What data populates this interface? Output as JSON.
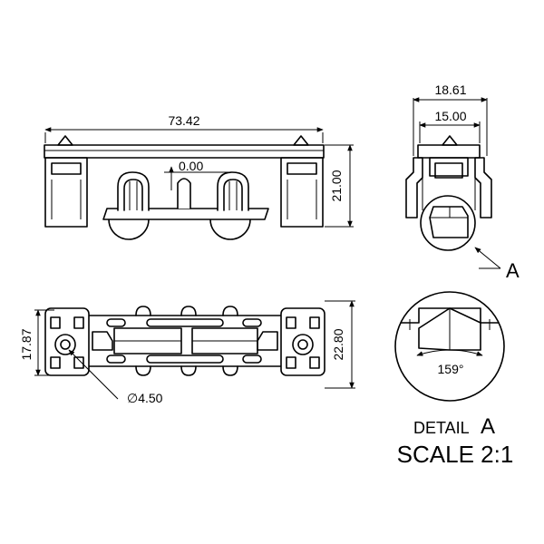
{
  "drawing": {
    "front_view": {
      "width_dim": "73.42",
      "height_dim": "21.00",
      "offset_dim": "0.00"
    },
    "side_view": {
      "outer_width_dim": "18.61",
      "inner_width_dim": "15.00",
      "detail_callout": "A"
    },
    "top_view": {
      "height_outer_dim": "22.80",
      "height_inner_dim": "17.87",
      "hole_diameter_dim": "∅4.50"
    },
    "detail": {
      "angle_dim": "159°",
      "title_word": "DETAIL",
      "title_letter": "A",
      "scale": "SCALE 2:1"
    }
  }
}
